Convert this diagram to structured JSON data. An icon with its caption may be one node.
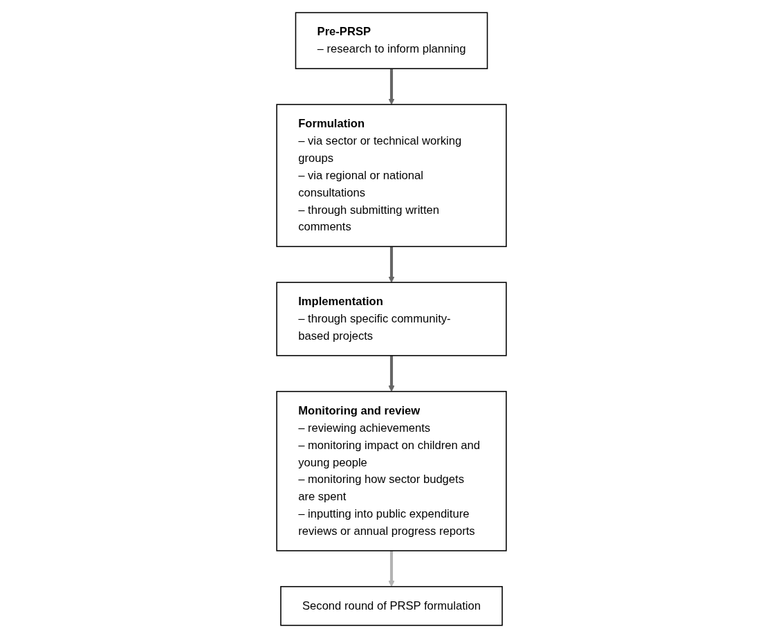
{
  "diagram": {
    "nodes": [
      {
        "text": [
          "Pre-PRSP",
          "– research to inform planning"
        ]
      },
      {
        "text": [
          "Formulation",
          "– via sector or technical working groups",
          "– via regional or national consultations",
          "– through submitting written comments"
        ]
      },
      {
        "text": [
          "Second round of PRSP formulation"
        ]
      },
      {
        "text": [
          "Implementation",
          "– through specific community-based projects"
        ]
      },
      {
        "text": [
          "Monitoring and review",
          "– reviewing achievements",
          "– monitoring impact on children and young people",
          "– monitoring how sector budgets are spent",
          "– inputting into public expenditure reviews or annual progress reports"
        ]
      }
    ],
    "edges": [
      {
        "from": 0,
        "to": 1,
        "arrow": "to"
      },
      {
        "from": 1,
        "to": 3,
        "arrow": "to"
      },
      {
        "from": 3,
        "to": 4,
        "arrow": "to"
      },
      {
        "from": 4,
        "to": 2,
        "arrow": "to",
        "color": "#b3b3b3"
      }
    ]
  }
}
